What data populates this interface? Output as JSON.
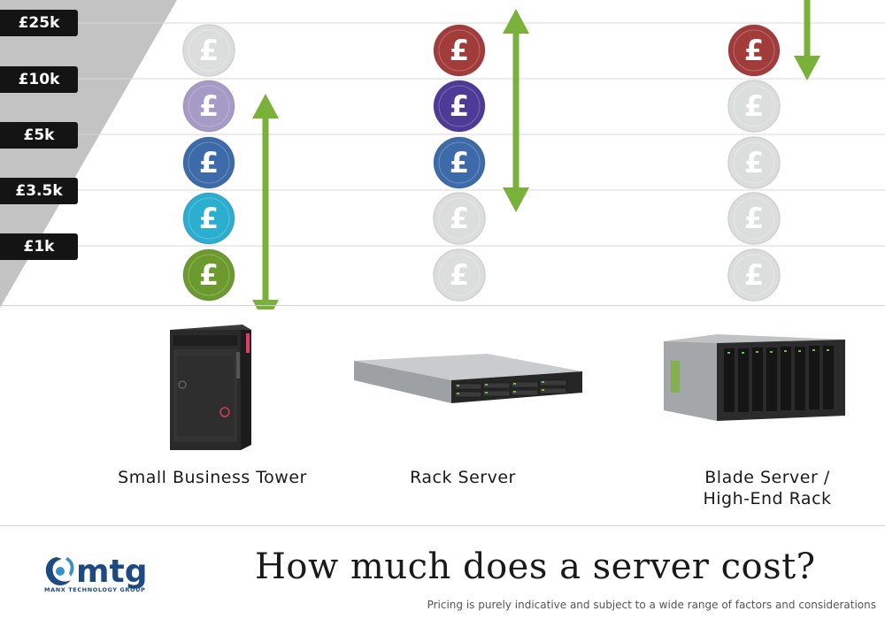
{
  "title": "How much does a server cost?",
  "disclaimer": "Pricing is purely indicative and subject to a wide range of factors and considerations",
  "logo": {
    "name": "mtg",
    "tagline": "MANX TECHNOLOGY GROUP",
    "color": "#1d4a82"
  },
  "currency_symbol": "£",
  "price_levels": [
    "£25k",
    "£10k",
    "£5k",
    "£3.5k",
    "£1k"
  ],
  "inactive_color": "#dcdedd",
  "arrow_color": "#7ab13a",
  "servers": [
    {
      "name_lines": [
        "Small Business Tower"
      ],
      "levels": [
        {
          "active": false,
          "color": ""
        },
        {
          "active": true,
          "color": "#a69ac6"
        },
        {
          "active": true,
          "color": "#3d6aa8"
        },
        {
          "active": true,
          "color": "#2baed0"
        },
        {
          "active": true,
          "color": "#6c9a2e"
        }
      ],
      "arrow": {
        "from_level": 1,
        "to_level": 4,
        "overflow_top": false
      }
    },
    {
      "name_lines": [
        "Rack Server"
      ],
      "levels": [
        {
          "active": true,
          "color": "#a13c3b"
        },
        {
          "active": true,
          "color": "#4e3a97"
        },
        {
          "active": true,
          "color": "#3d6aa8"
        },
        {
          "active": false,
          "color": ""
        },
        {
          "active": false,
          "color": ""
        }
      ],
      "arrow": {
        "from_level": 0,
        "to_level": 2,
        "overflow_top": true
      }
    },
    {
      "name_lines": [
        "Blade Server /",
        "High-End Rack"
      ],
      "levels": [
        {
          "active": true,
          "color": "#a13c3b"
        },
        {
          "active": false,
          "color": ""
        },
        {
          "active": false,
          "color": ""
        },
        {
          "active": false,
          "color": ""
        },
        {
          "active": false,
          "color": ""
        }
      ],
      "arrow": {
        "from_level": 0,
        "to_level": 0,
        "overflow_top": true
      }
    }
  ]
}
